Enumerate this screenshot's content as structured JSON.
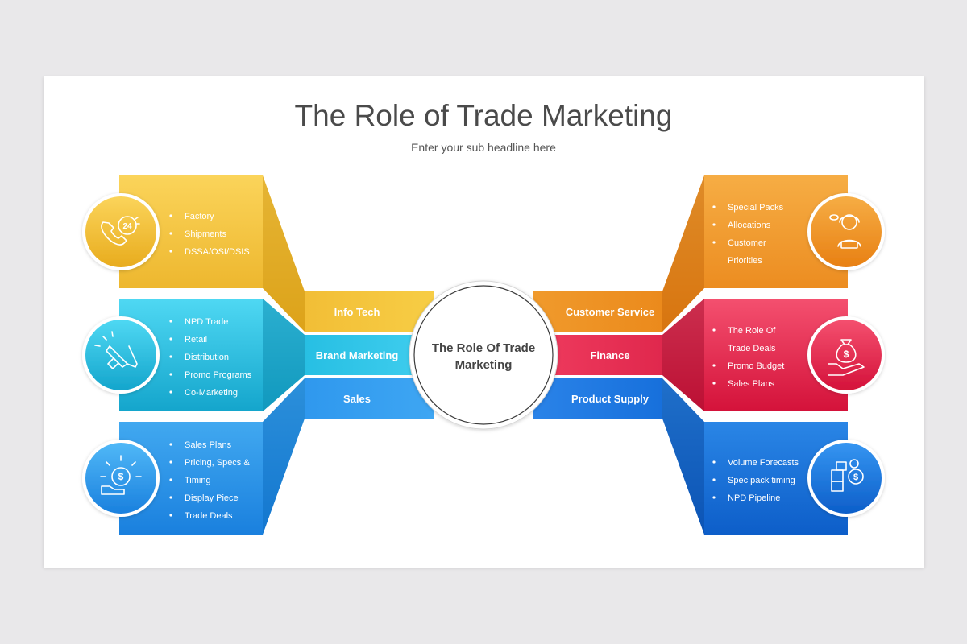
{
  "header": {
    "title": "The Role of Trade Marketing",
    "subtitle": "Enter your sub headline here"
  },
  "hub": {
    "line1": "The Role Of Trade",
    "line2": "Marketing"
  },
  "left": [
    {
      "label": "Info Tech",
      "icon": "phone-24-icon",
      "color_dark": "#e5a81d",
      "color_light": "#f9cf4d",
      "bullets": [
        "Factory",
        "Shipments",
        "DSSA/OSI/DSIS"
      ]
    },
    {
      "label": "Brand Marketing",
      "icon": "megaphone-icon",
      "color_dark": "#16a9cf",
      "color_light": "#45d3f0",
      "bullets": [
        "NPD Trade",
        "Retail",
        "Distribution",
        "Promo Programs",
        "Co-Marketing"
      ]
    },
    {
      "label": "Sales",
      "icon": "hand-dollar-badge-icon",
      "color_dark": "#1a84e0",
      "color_light": "#47b2f6",
      "bullets": [
        "Sales Plans",
        "Pricing, Specs &",
        "Timing",
        "Display Piece",
        "Trade Deals"
      ]
    }
  ],
  "right": [
    {
      "label": "Customer Service",
      "icon": "headset-agent-icon",
      "color_dark": "#e98415",
      "color_light": "#f5aa3f",
      "bullets": [
        "Special Packs",
        "Allocations",
        "Customer",
        "Priorities"
      ]
    },
    {
      "label": "Finance",
      "icon": "money-bag-hand-icon",
      "color_dark": "#d8173e",
      "color_light": "#f44a6b",
      "bullets": [
        "The Role Of",
        "Trade Deals",
        "Promo Budget",
        "Sales Plans"
      ]
    },
    {
      "label": "Product Supply",
      "icon": "boxes-gear-dollar-icon",
      "color_dark": "#0f63cc",
      "color_light": "#2f8ef0",
      "bullets": [
        "Volume Forecasts",
        "Spec pack timing",
        "NPD Pipeline"
      ]
    }
  ]
}
